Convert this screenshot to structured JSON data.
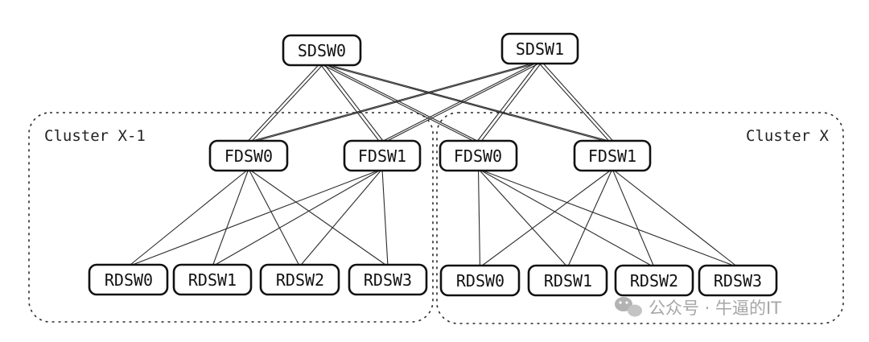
{
  "diagram": {
    "clusters": {
      "left": {
        "label": "Cluster X-1"
      },
      "right": {
        "label": "Cluster X"
      }
    },
    "nodes": {
      "sdsw0": "SDSW0",
      "sdsw1": "SDSW1",
      "left_fdsw0": "FDSW0",
      "left_fdsw1": "FDSW1",
      "right_fdsw0": "FDSW0",
      "right_fdsw1": "FDSW1",
      "left_rdsw0": "RDSW0",
      "left_rdsw1": "RDSW1",
      "left_rdsw2": "RDSW2",
      "left_rdsw3": "RDSW3",
      "right_rdsw0": "RDSW0",
      "right_rdsw1": "RDSW1",
      "right_rdsw2": "RDSW2",
      "right_rdsw3": "RDSW3"
    },
    "links": [
      [
        "sdsw0",
        "left_fdsw0"
      ],
      [
        "sdsw0",
        "left_fdsw1"
      ],
      [
        "sdsw0",
        "right_fdsw0"
      ],
      [
        "sdsw0",
        "right_fdsw1"
      ],
      [
        "sdsw1",
        "left_fdsw0"
      ],
      [
        "sdsw1",
        "left_fdsw1"
      ],
      [
        "sdsw1",
        "right_fdsw0"
      ],
      [
        "sdsw1",
        "right_fdsw1"
      ],
      [
        "left_fdsw0",
        "left_rdsw0"
      ],
      [
        "left_fdsw0",
        "left_rdsw1"
      ],
      [
        "left_fdsw0",
        "left_rdsw2"
      ],
      [
        "left_fdsw0",
        "left_rdsw3"
      ],
      [
        "left_fdsw1",
        "left_rdsw0"
      ],
      [
        "left_fdsw1",
        "left_rdsw1"
      ],
      [
        "left_fdsw1",
        "left_rdsw2"
      ],
      [
        "left_fdsw1",
        "left_rdsw3"
      ],
      [
        "right_fdsw0",
        "right_rdsw0"
      ],
      [
        "right_fdsw0",
        "right_rdsw1"
      ],
      [
        "right_fdsw0",
        "right_rdsw2"
      ],
      [
        "right_fdsw0",
        "right_rdsw3"
      ],
      [
        "right_fdsw1",
        "right_rdsw0"
      ],
      [
        "right_fdsw1",
        "right_rdsw1"
      ],
      [
        "right_fdsw1",
        "right_rdsw2"
      ],
      [
        "right_fdsw1",
        "right_rdsw3"
      ]
    ]
  },
  "watermark": {
    "text": "公众号 · 牛逼的IT",
    "icon": "wechat-icon"
  }
}
